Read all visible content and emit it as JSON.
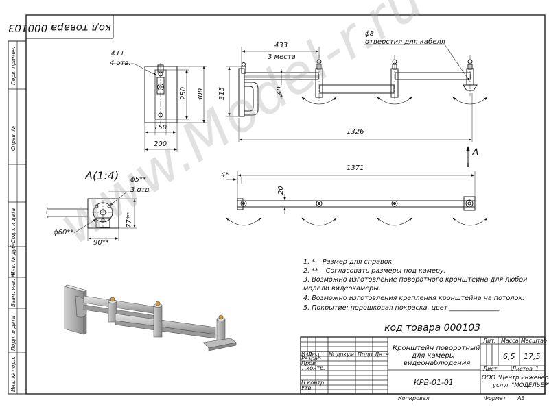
{
  "code_mirrored": "код товара 000103",
  "code_main": "код товара 000103",
  "watermark": "www.Model-r.ru",
  "top_view": {
    "hole_dim": "ϕ11",
    "holes_count": "4 отв.",
    "d250": "250",
    "d300": "300",
    "d150": "150",
    "d200": "200"
  },
  "front_view": {
    "d433": "433",
    "places": "3 места",
    "cable_dim": "ϕ8",
    "cable_note": "отверстия для кабеля",
    "d40": "40",
    "d315": "315",
    "d1326": "1326",
    "arrow_a": "A"
  },
  "plan_view": {
    "d1371": "1371",
    "d4": "4*",
    "d20": "20"
  },
  "detail": {
    "title": "A(1:4)",
    "hole": "ϕ5**",
    "holes": "3 отв.",
    "d77": "77**",
    "d60": "ϕ60**",
    "d90": "90**"
  },
  "notes": [
    "1.  * – Размер для справок.",
    "2.  ** – Согласовать размеры под камеру.",
    "3. Возможно изготовление поворотного кронштейна  для  любой",
    "модели видеокамеры.",
    "4. Возможно изготовления крепления кронштейна на потолок.",
    "5. Покрытие: порошковая покраска, цвет _______________."
  ],
  "title_block": {
    "doc_title_1": "Кронштейн поворотный",
    "doc_title_2": "для камеры",
    "doc_title_3": "видеонаблюдения",
    "doc_number": "КРВ-01-01",
    "col_izm": "Изм.",
    "col_list": "Лист",
    "col_doc": "№ докум.",
    "col_sign": "Подп.",
    "col_date": "Дата",
    "razrab": "Разраб.",
    "prov": "Пров.",
    "tkontr": "Т.контр.",
    "nkontr": "Н.контр.",
    "utv": "Утв.",
    "lit": "Лит.",
    "massa": "Масса",
    "masshtab": "Масштаб",
    "mass_value": "6,5",
    "scale_value": "17,5",
    "sheet_label": "Лист",
    "sheets_label": "Листов",
    "sheets_value": "1",
    "org_1": "ООО \"Центр инженерных",
    "org_2": "услуг \"МОДЕЛЬЕР\"",
    "copied": "Копировал",
    "format": "Формат",
    "format_value": "А3"
  },
  "side_stamp": {
    "perv_primen": "Перв. примен.",
    "sprav": "Справ. №",
    "podp_data_1": "Подп. и дата",
    "inv_dubl": "Инв. № дубл.",
    "vzam_inv": "Взам. инв. №",
    "podp_data_2": "Подп. и дата",
    "inv_podl": "Инв. № подл."
  }
}
